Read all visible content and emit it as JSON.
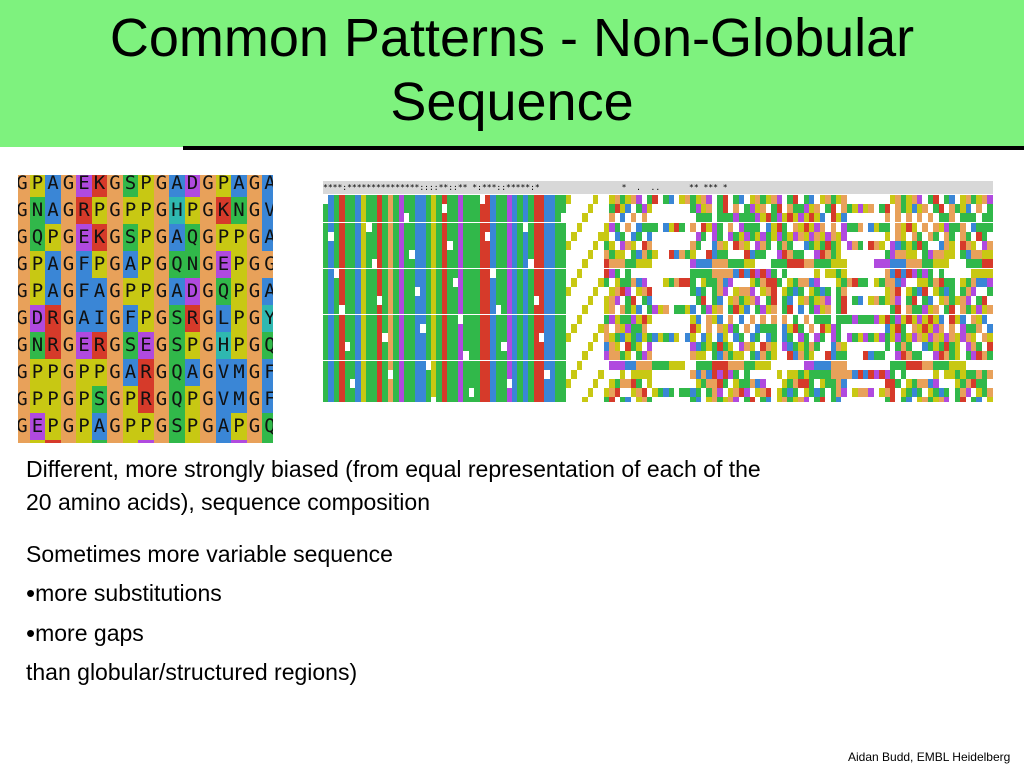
{
  "slide": {
    "title_line1": "Common Patterns - Non-Globular",
    "title_line2": "Sequence",
    "paragraph1_line1": "Different, more strongly biased (from equal representation of each of the",
    "paragraph1_line2": "20 amino acids), sequence composition",
    "paragraph2": "Sometimes more variable sequence",
    "bullets": [
      "more substitutions",
      "more gaps"
    ],
    "paragraph3": "than globular/structured regions)",
    "footer": "Aidan Budd, EMBL Heidelberg"
  },
  "zoomed_alignment": {
    "rows": [
      "GPAGEKGSPGADGPAGAPGT",
      "GNAGRPGPPGHPGKNGVPGQ",
      "GQPGEKGSPGAQGPPGAPGP",
      "GPAGFPGAPGQNGEPGGKGE",
      "GPAGFAGPPGADGQPGAKGE",
      "GDRGAIGFPGSRGLPGYAGR",
      "GNRGERGSEGSPGHPGQPGP",
      "GPPGPPGARGQAGVMGFPGP",
      "GPPGPSGPRGQPGVMGFPGP",
      "GEPGPAGPPGSPGAPGQPGQ",
      "GPKGPNGPDGQPGADGNPGA"
    ]
  },
  "alignment_overview": {
    "conservation_line": "****:***************::::**::** *:***::*****:*                 *  .  ..      ** *** *"
  },
  "colors": {
    "title_background": "#7ef27e",
    "glycine": "#e8a15a",
    "proline": "#c8c813",
    "hydrophobic": "#3a86d6",
    "polar": "#31b84a",
    "charged_positive": "#d63a2a",
    "charged_negative": "#b04adf",
    "other": "#ffffff"
  }
}
